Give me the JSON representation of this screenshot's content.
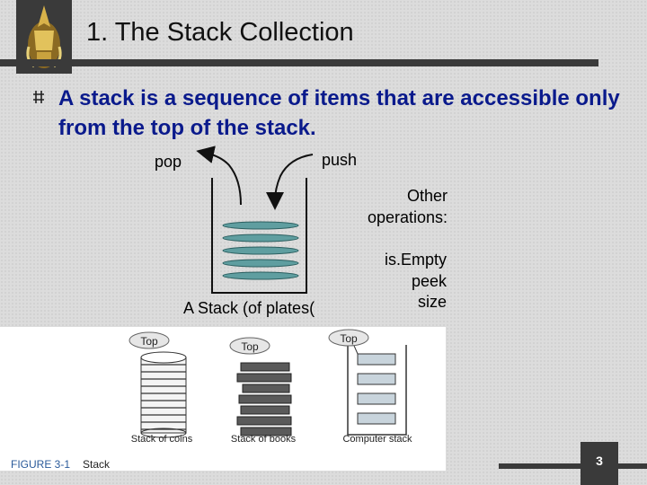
{
  "slide": {
    "title": "1. The Stack Collection",
    "bullet": "A stack is a sequence of items that are accessible only from the top of the stack.",
    "page_number": "3"
  },
  "diagram": {
    "pop_label": "pop",
    "push_label": "push",
    "caption": "A Stack (of plates(",
    "other_operations_label": "Other operations:",
    "operations": [
      "is.Empty",
      "peek",
      "size"
    ]
  },
  "figure": {
    "top_label": "Top",
    "coins_caption": "Stack of coins",
    "books_caption": "Stack of books",
    "computer_caption": "Computer stack",
    "figure_label": "FIGURE 3-1",
    "figure_title": "Stack"
  },
  "colors": {
    "title_bar": "#3a3a3a",
    "body_text": "#0a1a8c",
    "plate_fill": "#5f9ea0"
  }
}
